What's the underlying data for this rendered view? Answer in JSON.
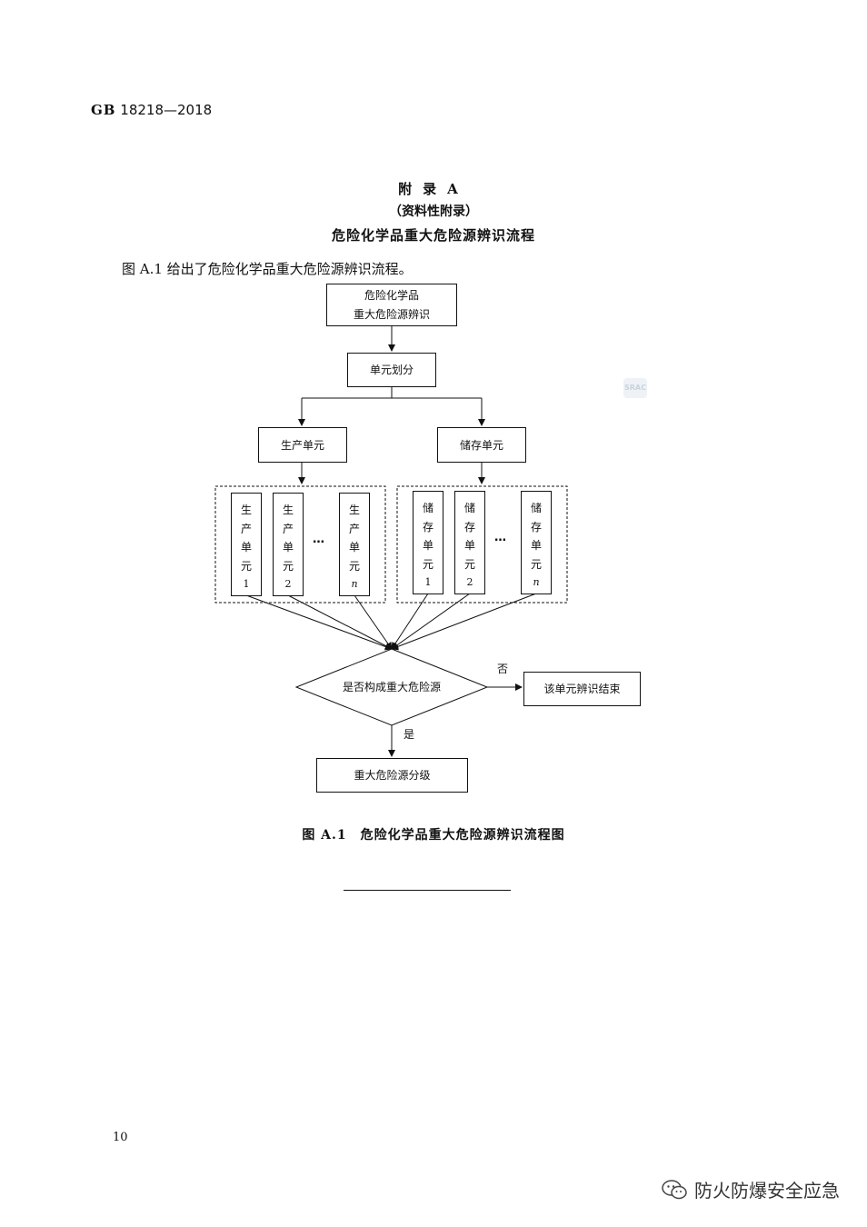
{
  "header": {
    "standard_code_prefix": "GB",
    "standard_code_number": "18218—2018"
  },
  "annex": {
    "title": "附录A",
    "type": "（资料性附录）",
    "heading": "危险化学品重大危险源辨识流程",
    "intro": "图 A.1 给出了危险化学品重大危险源辨识流程。"
  },
  "flowchart": {
    "start_line1": "危险化学品",
    "start_line2": "重大危险源辨识",
    "divide": "单元划分",
    "production_unit": "生产单元",
    "storage_unit": "储存单元",
    "production_items": [
      {
        "c1": "生",
        "c2": "产",
        "c3": "单",
        "c4": "元",
        "n": "1"
      },
      {
        "c1": "生",
        "c2": "产",
        "c3": "单",
        "c4": "元",
        "n": "2"
      },
      {
        "c1": "生",
        "c2": "产",
        "c3": "单",
        "c4": "元",
        "n": "n"
      }
    ],
    "storage_items": [
      {
        "c1": "储",
        "c2": "存",
        "c3": "单",
        "c4": "元",
        "n": "1"
      },
      {
        "c1": "储",
        "c2": "存",
        "c3": "单",
        "c4": "元",
        "n": "2"
      },
      {
        "c1": "储",
        "c2": "存",
        "c3": "单",
        "c4": "元",
        "n": "n"
      }
    ],
    "ellipsis": "…",
    "decision": "是否构成重大危险源",
    "no_label": "否",
    "yes_label": "是",
    "end_no": "该单元辨识结束",
    "end_yes": "重大危险源分级"
  },
  "caption": "图 A.1　危险化学品重大危险源辨识流程图",
  "page_number": "10",
  "watermark_text": "防火防爆安全应急",
  "logo_text": "SRAC"
}
